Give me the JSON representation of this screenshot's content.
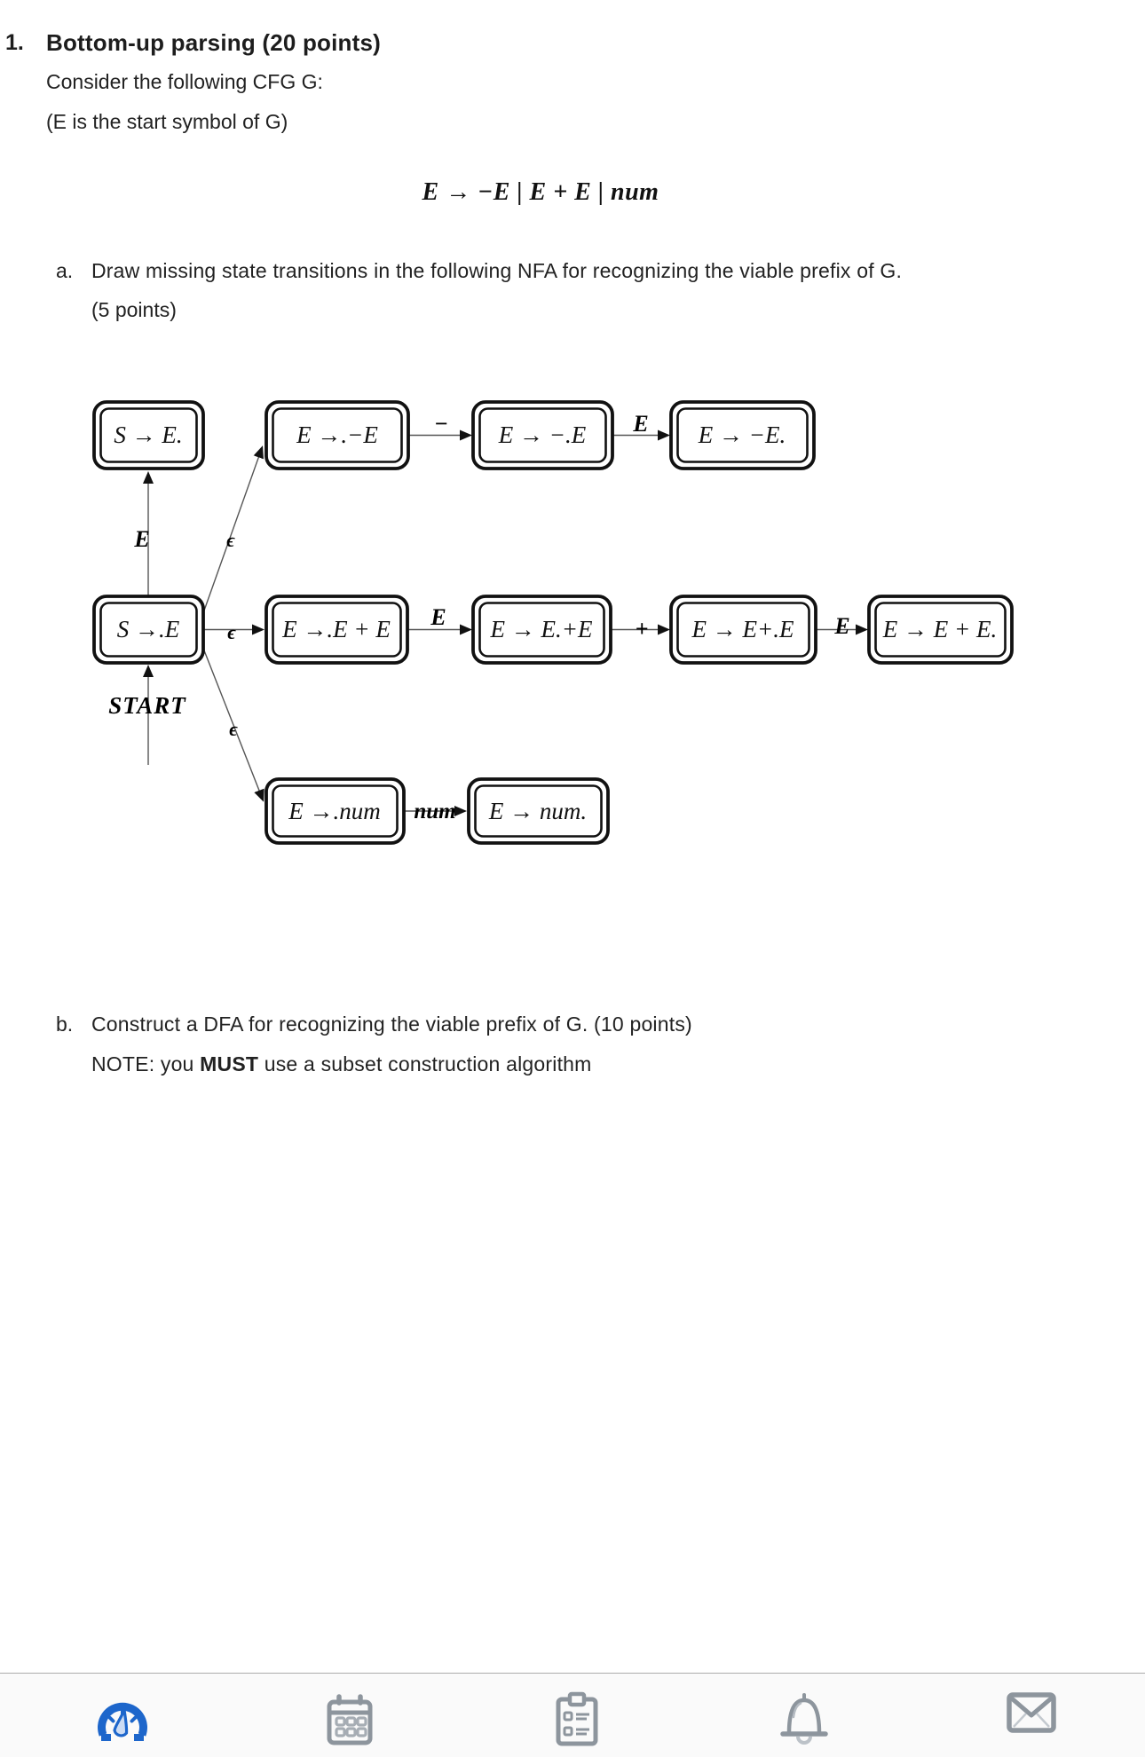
{
  "page": {
    "item_number": "1.",
    "title": "Bottom-up parsing (20 points)",
    "intro_line1": "Consider the following CFG G:",
    "intro_line2": "(E is the start symbol of G)",
    "grammar": "E  →  −E | E + E | num",
    "part_a_label": "a.",
    "part_a_text": "Draw missing state transitions in the following NFA for recognizing the viable prefix of G.",
    "part_a_points": "(5 points)",
    "part_b_label": "b.",
    "part_b_text": "Construct a DFA for recognizing the viable prefix of G. (10 points)",
    "part_b_note_prefix": "NOTE: you ",
    "part_b_note_bold": "MUST",
    "part_b_note_suffix": " use a subset construction algorithm"
  },
  "nfa": {
    "start_label": "START",
    "states": [
      {
        "label": "S → E."
      },
      {
        "label": "E →.−E"
      },
      {
        "label": "E → −.E"
      },
      {
        "label": "E → −E."
      },
      {
        "label": "S →.E"
      },
      {
        "label": "E →.E + E"
      },
      {
        "label": "E → E.+E"
      },
      {
        "label": "E → E+.E"
      },
      {
        "label": "E → E + E."
      },
      {
        "label": "E →.num"
      },
      {
        "label": "E → num."
      }
    ],
    "transitions": [
      {
        "label": "E"
      },
      {
        "label": "ϵ"
      },
      {
        "label": "−"
      },
      {
        "label": "E"
      },
      {
        "label": "ϵ"
      },
      {
        "label": "E"
      },
      {
        "label": "+"
      },
      {
        "label": "E"
      },
      {
        "label": "ϵ"
      },
      {
        "label": "num"
      }
    ]
  },
  "toolbar": {
    "icons": [
      "speedometer-icon",
      "calendar-icon",
      "clipboard-icon",
      "bell-icon",
      "mail-icon"
    ],
    "active_color": "#1d66cb",
    "icon_color": "#8d959d"
  }
}
